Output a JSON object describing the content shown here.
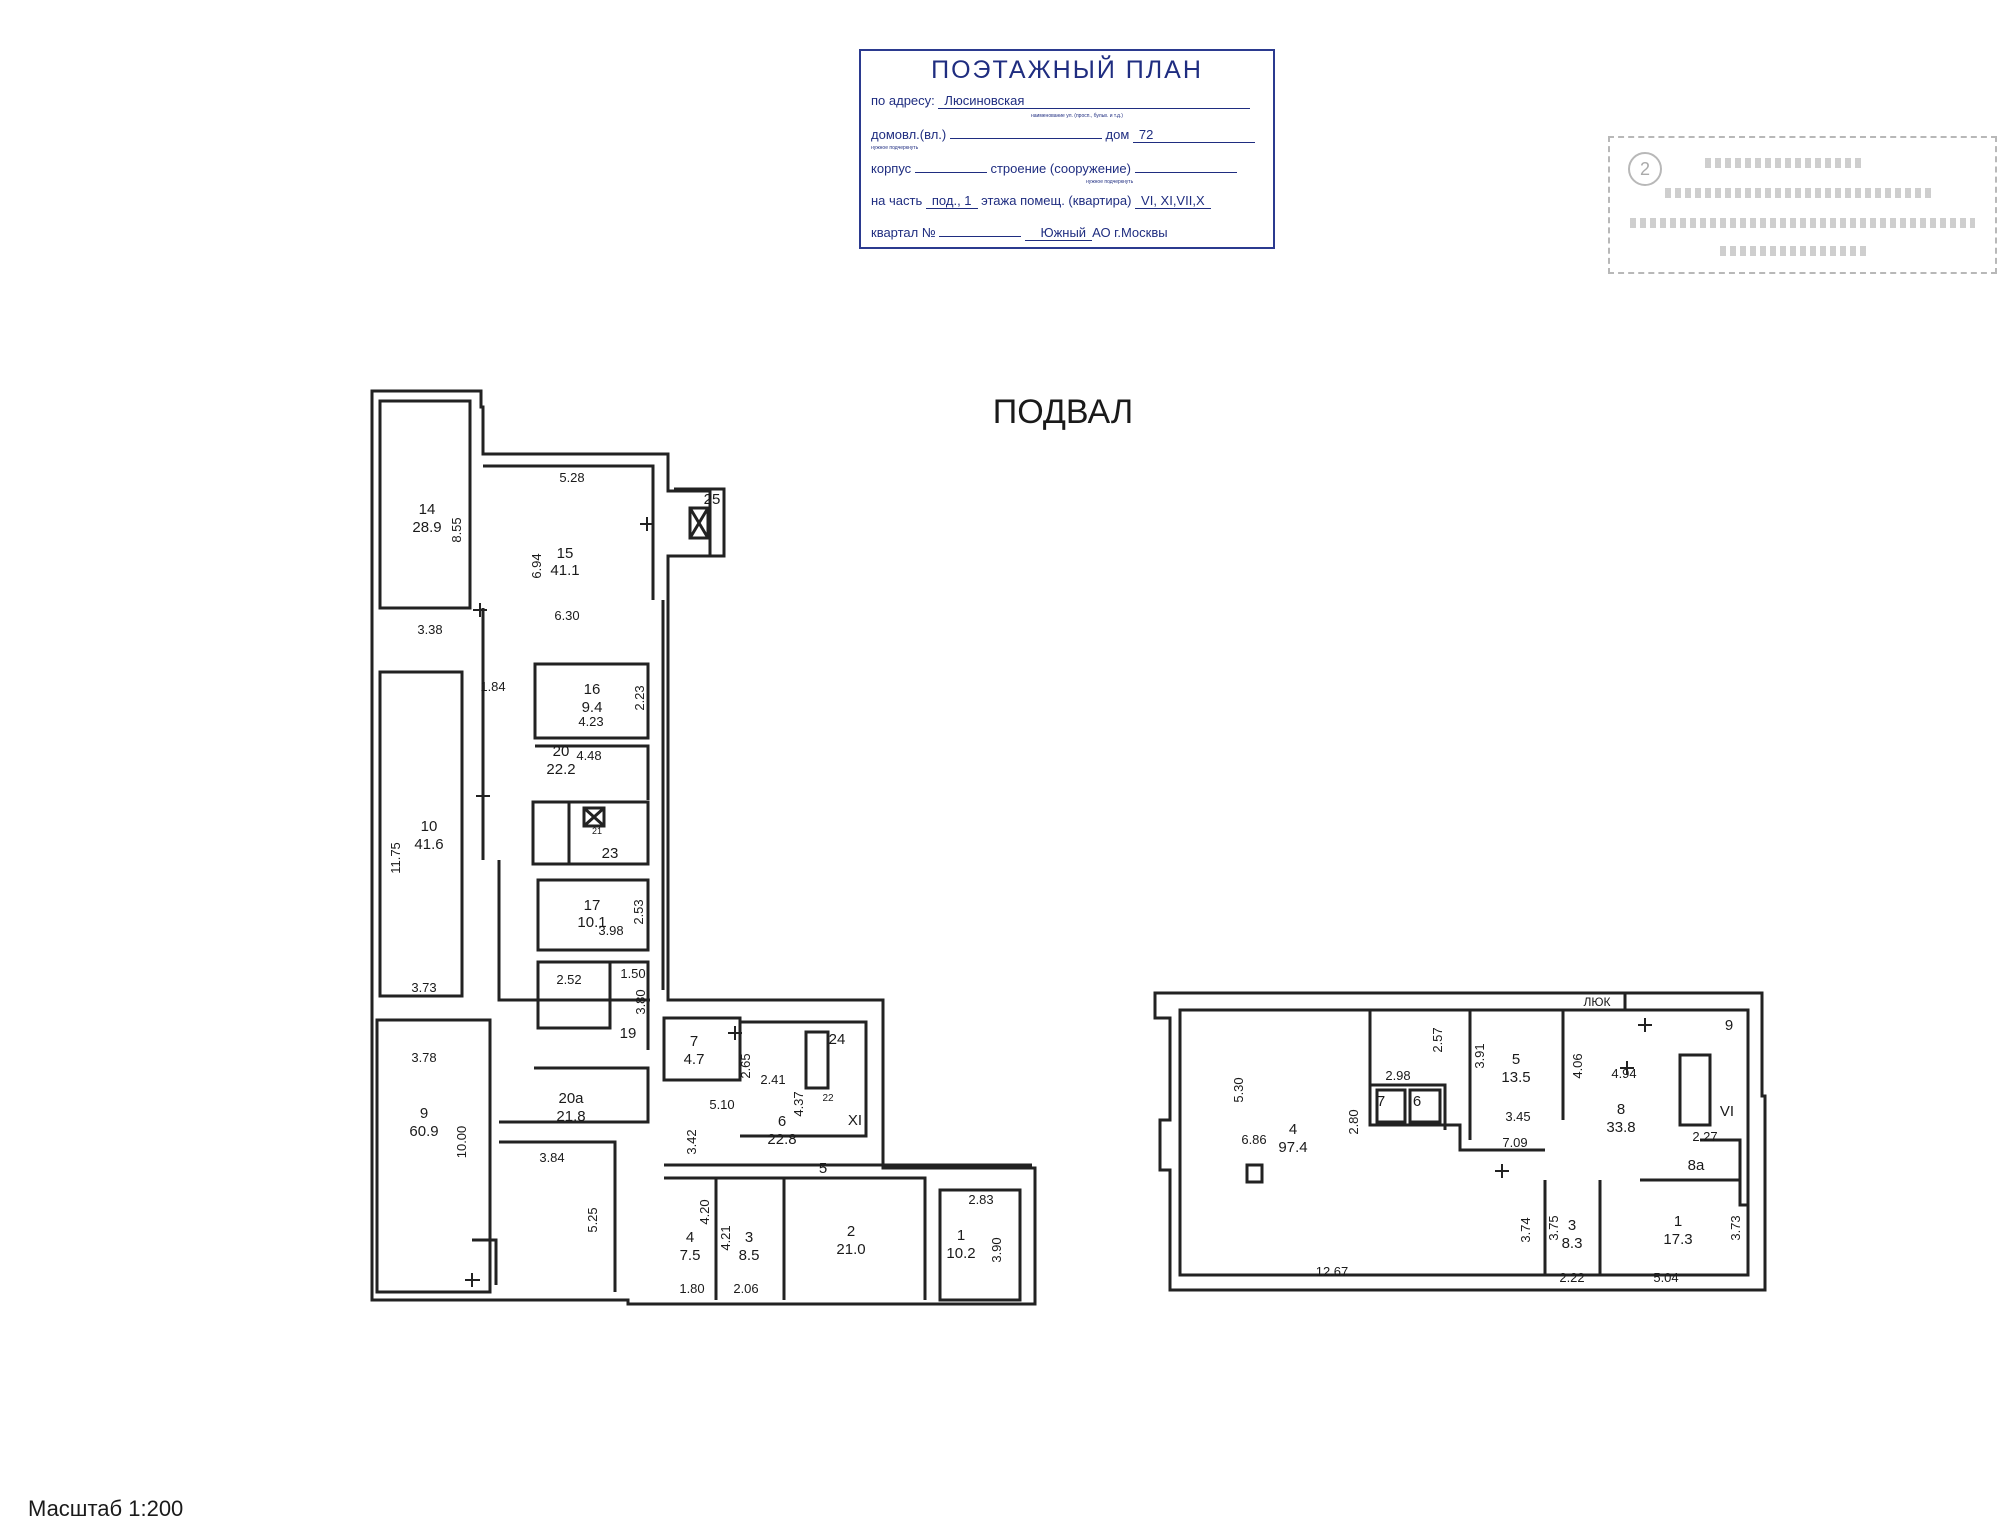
{
  "stamp": {
    "title": "ПОЭТАЖНЫЙ ПЛАН",
    "row1_label": "по адресу:",
    "row1_value": "Люсиновская",
    "row1_hint": "наименование ул. (просп., бульв. и т.д.)",
    "row2_label": "домовл.(вл.)",
    "row2_mid": "дом",
    "row2_value": "72",
    "row2_hint": "нужное подчеркнуть",
    "row3_label": "корпус",
    "row3_mid": "строение (сооружение)",
    "row3_hint": "нужное подчеркнуть",
    "row4_label": "на часть",
    "row4_value1": "под., 1",
    "row4_mid": "этажа помещ. (квартира)",
    "row4_value2": "VI, XI,VII,X",
    "row5_label": "квартал №",
    "row5_value": "Южный",
    "row5_tail": "АО г.Москвы"
  },
  "grey_stamp_mark": "2",
  "heading": "ПОДВАЛ",
  "scale": "Масштаб 1:200",
  "hatch_label": "ЛЮК",
  "left_labels": [
    {
      "n": "14",
      "a": "28.9"
    },
    {
      "n": "15",
      "a": "41.1"
    },
    {
      "n": "16",
      "a": "9.4"
    },
    {
      "n": "20",
      "a": "22.2"
    },
    {
      "n": "10",
      "a": "41.6"
    },
    {
      "n": "17",
      "a": "10.1"
    },
    {
      "n": "9",
      "a": "60.9"
    },
    {
      "n": "20а",
      "a": "21.8"
    },
    {
      "n": "7",
      "a": "4.7"
    },
    {
      "n": "6",
      "a": "22.8"
    },
    {
      "n": "4",
      "a": "7.5"
    },
    {
      "n": "3",
      "a": "8.5"
    },
    {
      "n": "2",
      "a": "21.0"
    },
    {
      "n": "1",
      "a": "10.2"
    }
  ],
  "left_singles": [
    "25",
    "21",
    "23",
    "19",
    "24",
    "22",
    "XI",
    "5"
  ],
  "left_dims": [
    "5.28",
    "8.55",
    "6.94",
    "3.38",
    "6.30",
    "1.84",
    "2.23",
    "4.23",
    "4.48",
    "11.75",
    "3.73",
    "2.53",
    "3.98",
    "2.52",
    "1.50",
    "3.80",
    "3.78",
    "10.00",
    "3.84",
    "5.25",
    "2.65",
    "2.41",
    "5.10",
    "4.37",
    "3.42",
    "4.20",
    "4.21",
    "1.80",
    "2.06",
    "2.83",
    "3.90"
  ],
  "right_labels": [
    {
      "n": "4",
      "a": "97.4"
    },
    {
      "n": "5",
      "a": "13.5"
    },
    {
      "n": "8",
      "a": "33.8"
    },
    {
      "n": "3",
      "a": "8.3"
    },
    {
      "n": "1",
      "a": "17.3"
    }
  ],
  "right_singles": [
    "7",
    "6",
    "9",
    "VI",
    "8а"
  ],
  "right_dims": [
    "5.30",
    "6.86",
    "2.98",
    "2.57",
    "2.80",
    "3.91",
    "3.45",
    "7.09",
    "4.06",
    "4.94",
    "2.27",
    "3.74",
    "3.75",
    "12.67",
    "2.22",
    "5.04",
    "3.73"
  ]
}
